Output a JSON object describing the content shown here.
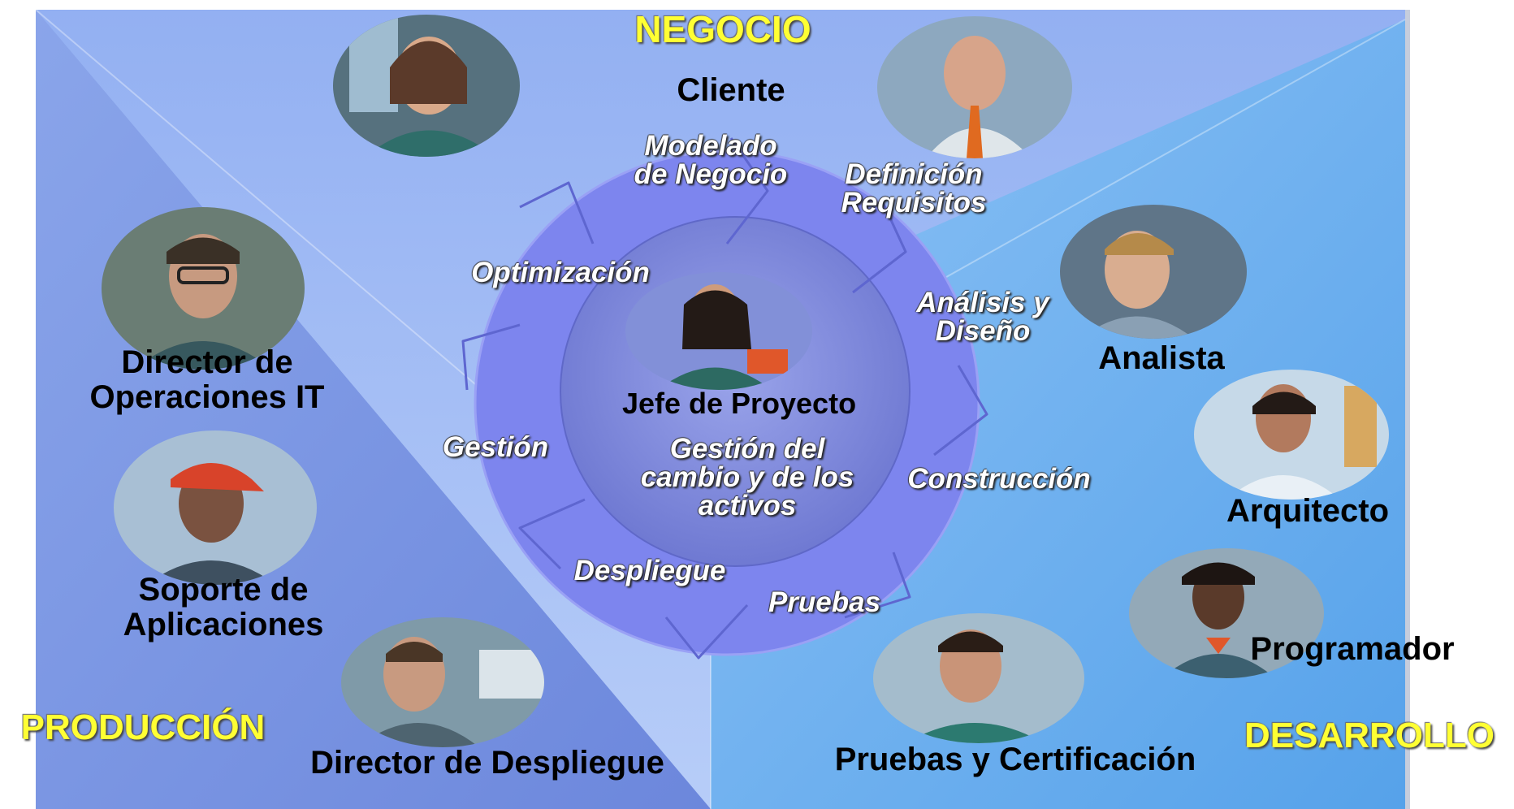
{
  "quadrants": {
    "top": "NEGOCIO",
    "left": "PRODUCCIÓN",
    "right": "DESARROLLO"
  },
  "roles": {
    "cliente": "Cliente",
    "director_operaciones": [
      "Director de",
      "Operaciones IT"
    ],
    "soporte_aplicaciones": [
      "Soporte de",
      "Aplicaciones"
    ],
    "director_despliegue": "Director de Despliegue",
    "analista": "Analista",
    "arquitecto": "Arquitecto",
    "programador": "Programador",
    "pruebas_certificacion": "Pruebas y Certificación",
    "jefe_proyecto": "Jefe de Proyecto"
  },
  "center_text": [
    "Gestión del",
    "cambio y de los",
    "activos"
  ],
  "phases": {
    "modelado": [
      "Modelado",
      "de Negocio"
    ],
    "definicion": [
      "Definición",
      "Requisitos"
    ],
    "analisis": [
      "Análisis y",
      "Diseño"
    ],
    "construccion": "Construcción",
    "pruebas": "Pruebas",
    "despliegue": "Despliegue",
    "gestion": "Gestión",
    "optimizacion": "Optimización"
  },
  "colors": {
    "left_panel": "#7f9ae6",
    "top_panel": "#a9c2f7",
    "right_panel": "#6fb0f0",
    "cycle": "#7b83ee",
    "title_yellow": "#ffff33"
  }
}
